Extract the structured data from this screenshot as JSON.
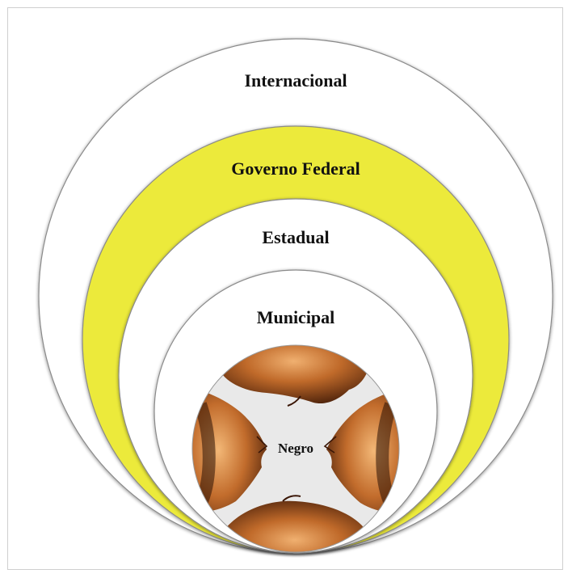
{
  "diagram": {
    "levels": [
      {
        "label": "Internacional",
        "fill": "#ffffff"
      },
      {
        "label": "Governo Federal",
        "fill": "#ecea3a"
      },
      {
        "label": "Estadual",
        "fill": "#ffffff"
      },
      {
        "label": "Municipal",
        "fill": "#ffffff"
      }
    ],
    "center": {
      "label": "Negro",
      "image": "four-faces-illustration"
    },
    "colors": {
      "ring_stroke": "#8a8a8a",
      "highlight": "#ecea3a",
      "skin_dark": "#6b3412",
      "skin_light": "#e8a060"
    }
  }
}
